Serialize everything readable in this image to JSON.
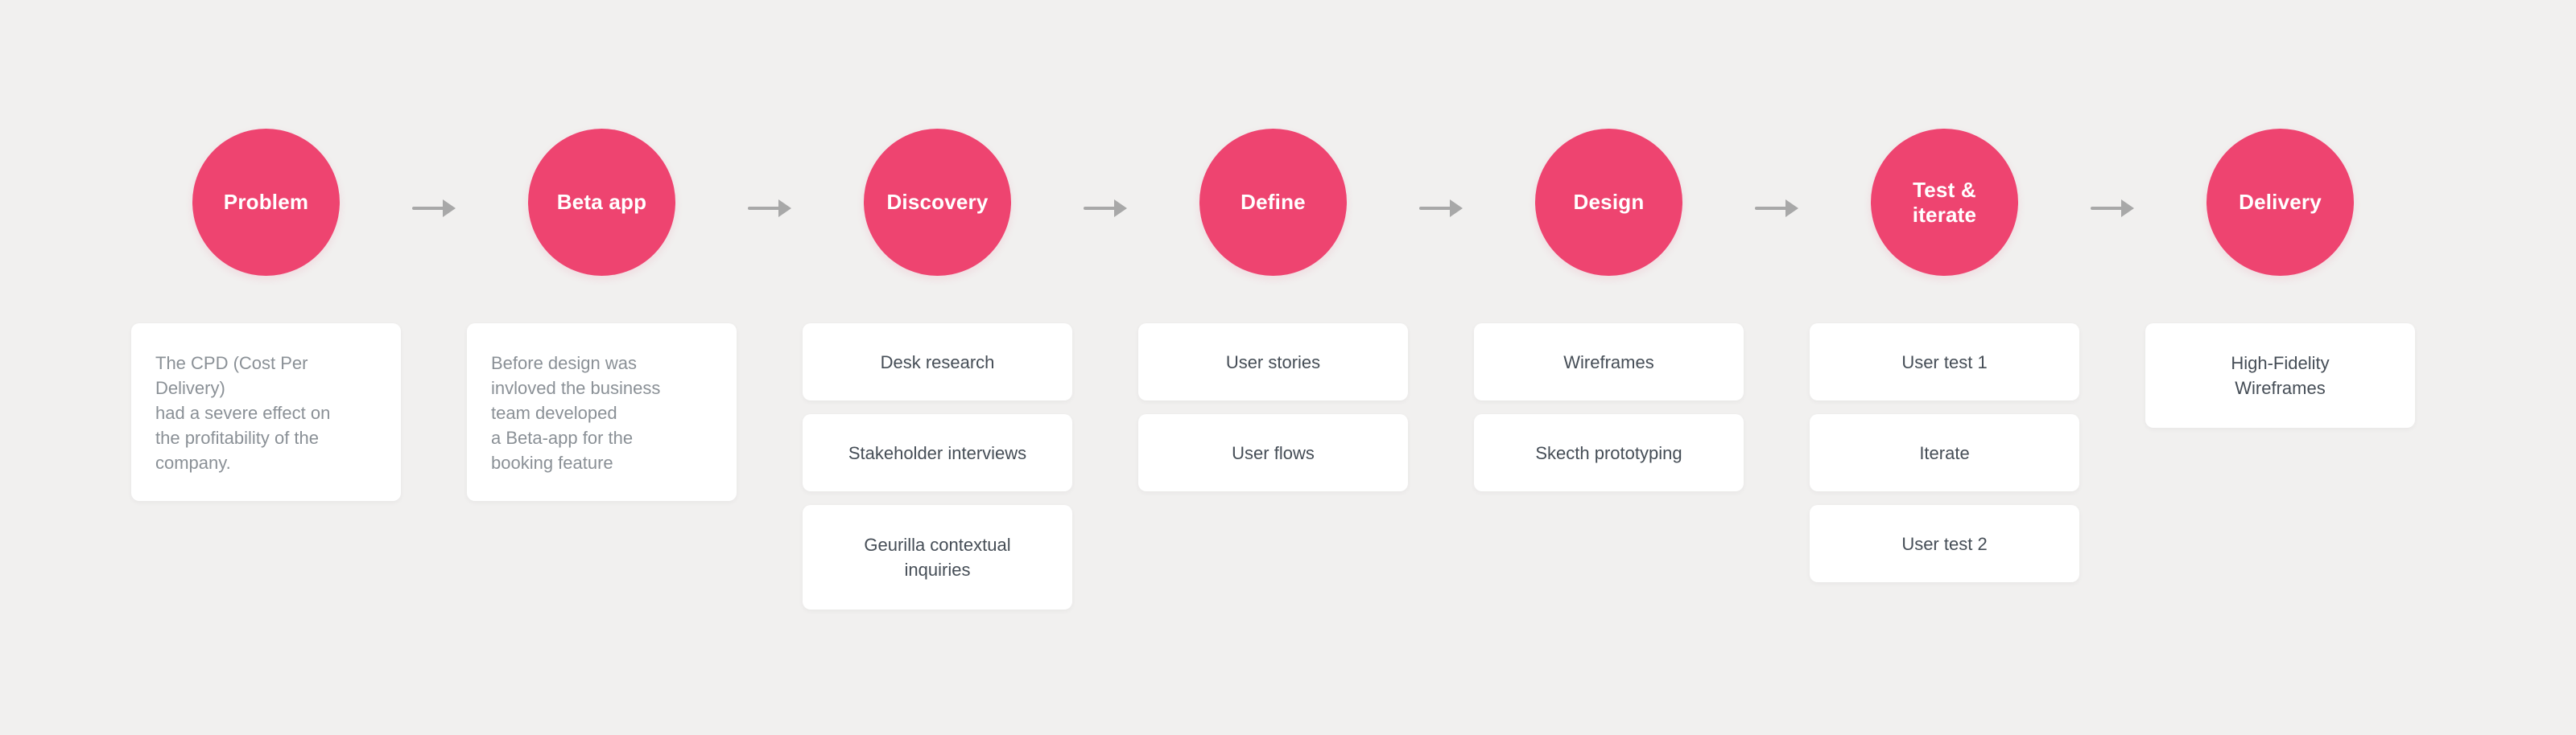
{
  "diagram": {
    "background_color": "#f1f0ef",
    "accent_color": "#ee4470",
    "arrow_color": "#a8a8a8",
    "note_text_color": "#8a9096",
    "item_text_color": "#454d56",
    "stages": [
      {
        "label": "Problem",
        "cards": [
          {
            "text": "The CPD (Cost Per\nDelivery)\nhad a severe effect on\nthe profitability of the\ncompany."
          }
        ]
      },
      {
        "label": "Beta app",
        "cards": [
          {
            "text": "Before design was\ninvloved the business\nteam developed\na Beta-app for the\nbooking feature"
          }
        ]
      },
      {
        "label": "Discovery",
        "cards": [
          {
            "text": "Desk research"
          },
          {
            "text": "Stakeholder interviews"
          },
          {
            "text": "Geurilla contextual\ninquiries"
          }
        ]
      },
      {
        "label": "Define",
        "cards": [
          {
            "text": "User stories"
          },
          {
            "text": "User flows"
          }
        ]
      },
      {
        "label": "Design",
        "cards": [
          {
            "text": "Wireframes"
          },
          {
            "text": "Skecth prototyping"
          }
        ]
      },
      {
        "label": "Test &\niterate",
        "cards": [
          {
            "text": "User test 1"
          },
          {
            "text": "Iterate"
          },
          {
            "text": "User test 2"
          }
        ]
      },
      {
        "label": "Delivery",
        "cards": [
          {
            "text": "High-Fidelity\nWireframes"
          }
        ]
      }
    ]
  }
}
